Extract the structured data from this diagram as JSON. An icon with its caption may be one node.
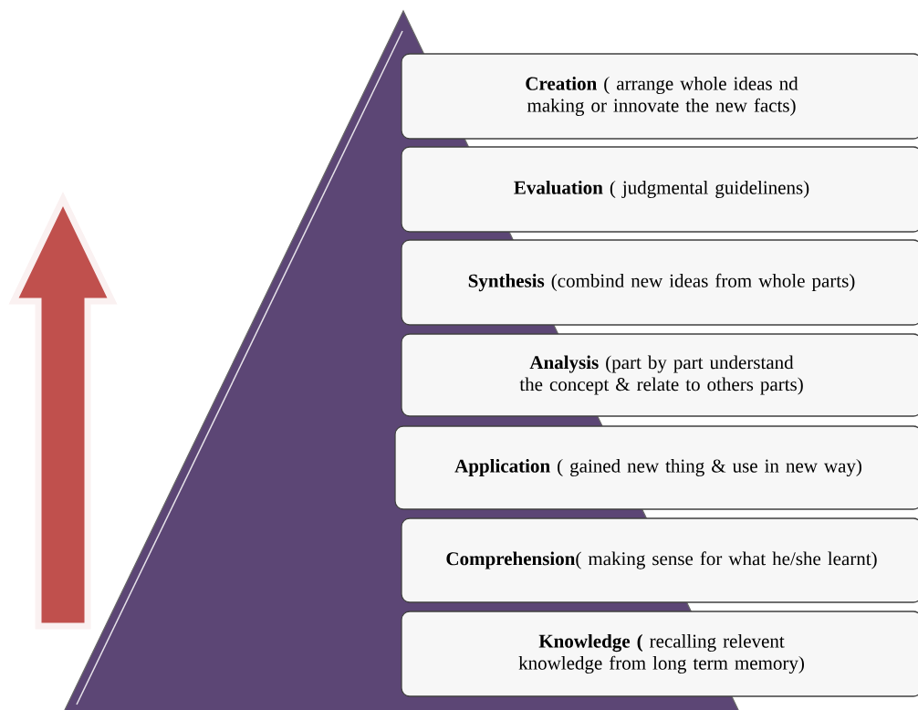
{
  "diagram": {
    "nodes": [
      {
        "text": [
          "**Creation** ( arrange whole ideas nd making or innovate the new facts)"
        ]
      },
      {
        "text": [
          "**Evaluation** ( judgmental guidelinens)"
        ]
      },
      {
        "text": [
          "**Synthesis** (combind new ideas from whole parts)"
        ]
      },
      {
        "text": [
          "**Analysis** (part by part understand the concept & relate to others parts)"
        ]
      },
      {
        "text": [
          "**Application** ( gained new thing & use in new way)"
        ]
      },
      {
        "text": [
          "**Comprehension**( making sense for what he/she learnt)"
        ]
      },
      {
        "text": [
          "**Knowledge (** recalling relevent knowledge from long term memory)"
        ]
      }
    ]
  }
}
